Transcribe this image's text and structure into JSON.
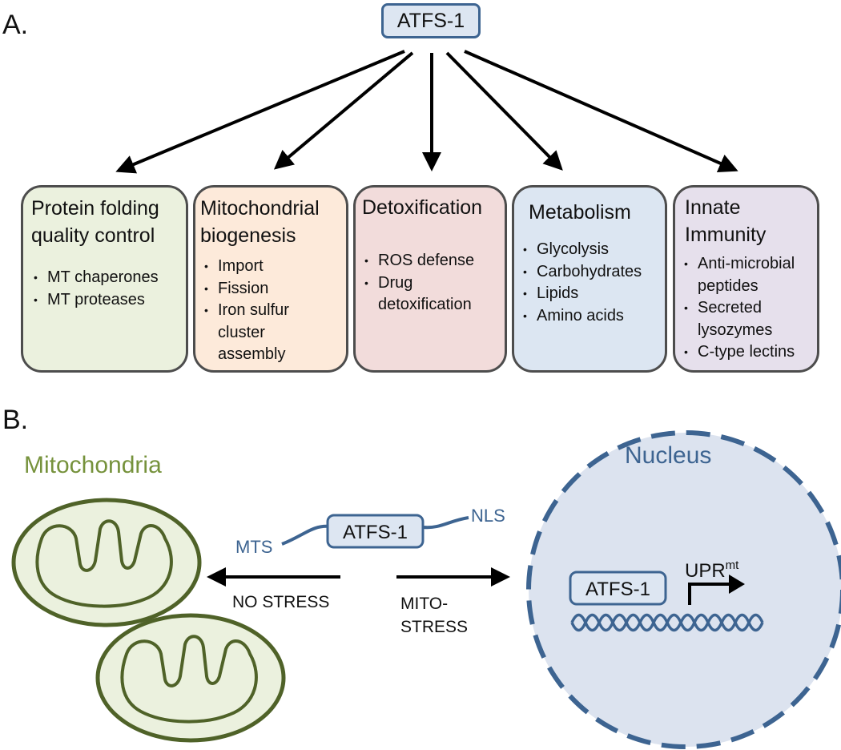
{
  "panel_labels": {
    "a": "A.",
    "b": "B."
  },
  "top_node": {
    "label": "ATFS-1",
    "fill": "#dde6f2",
    "border": "#3d6491"
  },
  "categories": [
    {
      "title": "Protein folding\nquality control",
      "fill": "#ebf1de",
      "items": [
        "MT chaperones",
        "MT proteases"
      ]
    },
    {
      "title": "Mitochondrial\nbiogenesis",
      "fill": "#fdeada",
      "items": [
        "Import",
        "Fission",
        "Iron sulfur\ncluster\nassembly"
      ]
    },
    {
      "title": "Detoxification",
      "fill": "#f2dcdb",
      "items": [
        "ROS defense",
        "Drug\ndetoxification"
      ]
    },
    {
      "title": "Metabolism",
      "fill": "#dce6f2",
      "items": [
        "Glycolysis",
        "Carbohydrates",
        "Lipids",
        "Amino acids"
      ]
    },
    {
      "title": "Innate\nImmunity",
      "fill": "#e6e0ec",
      "items": [
        "Anti-microbial\npeptides",
        "Secreted\nlysozymes",
        "C-type lectins"
      ]
    }
  ],
  "panel_b": {
    "mitochondria_label": "Mitochondria",
    "mitochondria_color": "#76923c",
    "nucleus_label": "Nucleus",
    "nucleus_color": "#3d6491",
    "protein_label": "ATFS-1",
    "mts_label": "MTS",
    "nls_label": "NLS",
    "no_stress_label": "NO STRESS",
    "mito_stress_label": "MITO-\nSTRESS",
    "nuclear_protein_label": "ATFS-1",
    "upr_label": "UPR",
    "upr_superscript": "mt"
  }
}
